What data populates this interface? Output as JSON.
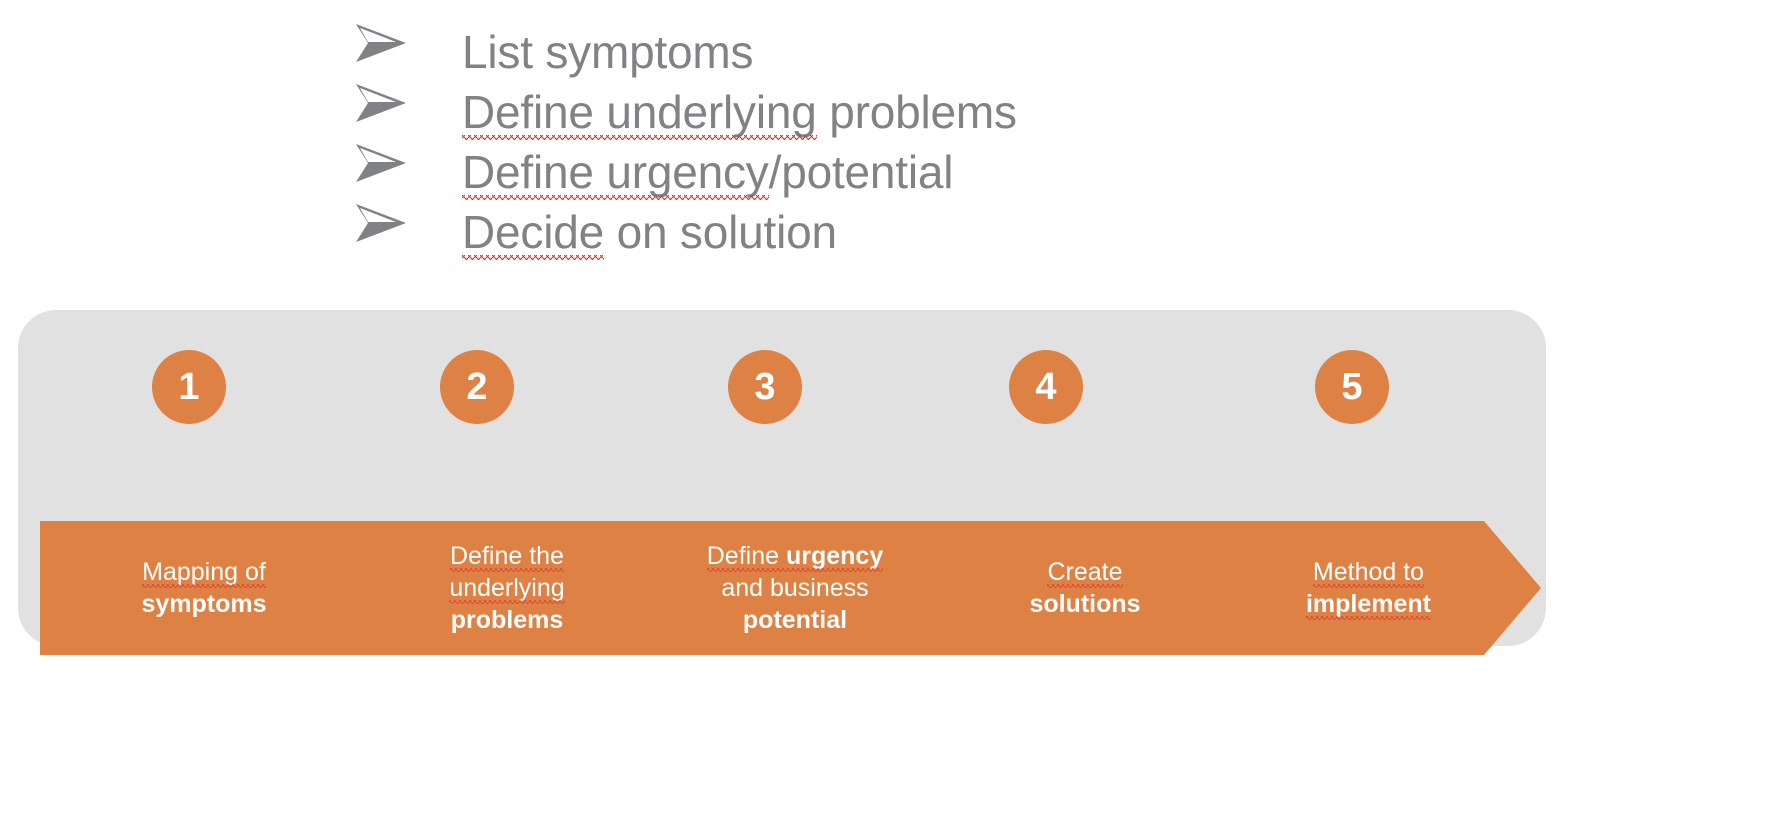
{
  "bullets": {
    "marker_icon": "arrowhead-bullet-icon",
    "items": [
      {
        "text": "List symptoms",
        "misspelled": []
      },
      {
        "text": "Define underlying problems",
        "misspelled": [
          "Define",
          "underlying"
        ]
      },
      {
        "text": "Define urgency/potential",
        "misspelled": [
          "Define",
          "urgency"
        ]
      },
      {
        "text": "Decide on solution",
        "misspelled": [
          "Decide"
        ]
      }
    ]
  },
  "process": {
    "panel_color": "#e1e1e2",
    "accent_color": "#dd8144",
    "text_color": "#ffffff",
    "steps": [
      {
        "number": "1",
        "lines": [
          {
            "text": "Mapping of",
            "bold": false,
            "misspelled": true
          },
          {
            "text": "symptoms",
            "bold": true,
            "misspelled": false
          }
        ]
      },
      {
        "number": "2",
        "lines": [
          {
            "text": "Define the",
            "bold": false,
            "misspelled": true
          },
          {
            "text": "underlying",
            "bold": false,
            "misspelled": true
          },
          {
            "text": "problems",
            "bold": true,
            "misspelled": false
          }
        ]
      },
      {
        "number": "3",
        "lines": [
          {
            "text": "Define urgency",
            "bold": "partial",
            "misspelled": true
          },
          {
            "text": "and business",
            "bold": false,
            "misspelled": false
          },
          {
            "text": "potential",
            "bold": true,
            "misspelled": false
          }
        ]
      },
      {
        "number": "4",
        "lines": [
          {
            "text": "Create",
            "bold": false,
            "misspelled": true
          },
          {
            "text": "solutions",
            "bold": true,
            "misspelled": false
          }
        ]
      },
      {
        "number": "5",
        "lines": [
          {
            "text": "Method to",
            "bold": false,
            "misspelled": true
          },
          {
            "text": "implement",
            "bold": true,
            "misspelled": true
          }
        ]
      }
    ]
  }
}
